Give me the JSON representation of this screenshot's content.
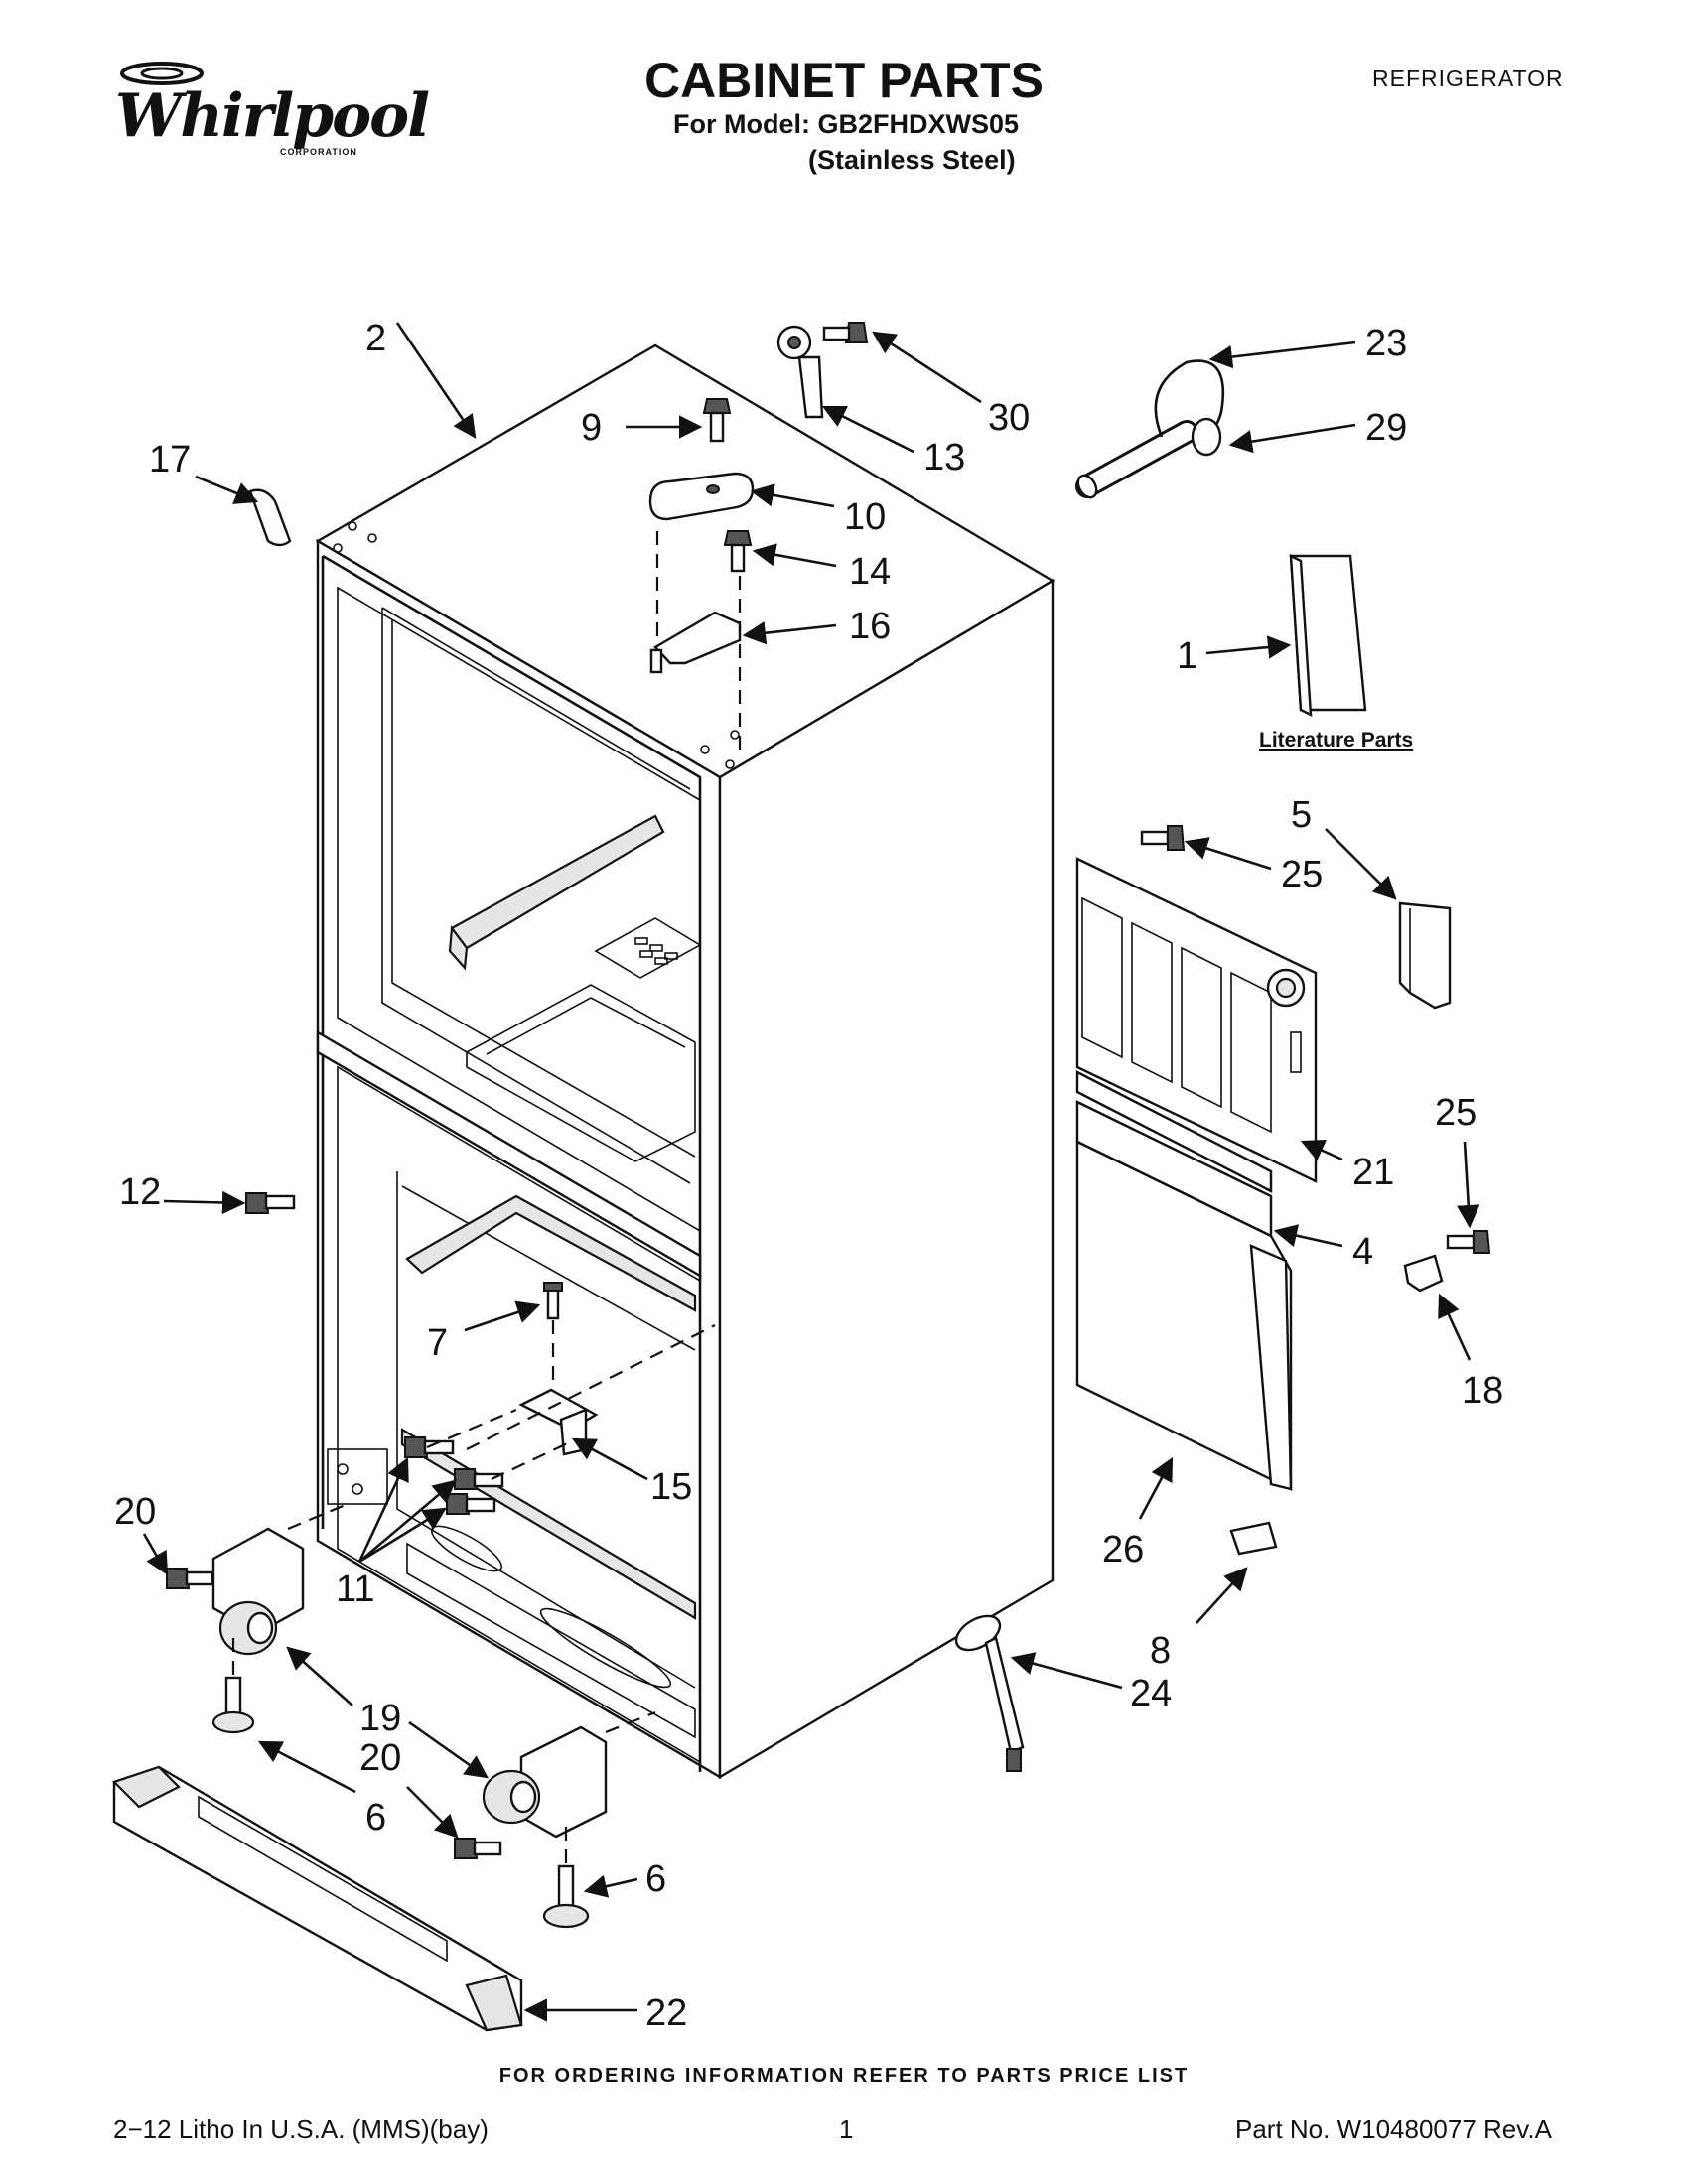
{
  "header": {
    "brand": "Whirlpool",
    "brand_sub": "CORPORATION",
    "title": "CABINET PARTS",
    "model_line": "For Model: GB2FHDXWS05",
    "finish_line": "(Stainless Steel)",
    "appliance": "REFRIGERATOR"
  },
  "diagram": {
    "literature_label": "Literature Parts",
    "callouts": {
      "c1": "1",
      "c2": "2",
      "c4": "4",
      "c5": "5",
      "c6a": "6",
      "c6b": "6",
      "c7": "7",
      "c8": "8",
      "c9": "9",
      "c10": "10",
      "c11": "11",
      "c12": "12",
      "c13": "13",
      "c14": "14",
      "c15": "15",
      "c16": "16",
      "c17": "17",
      "c18": "18",
      "c19": "19",
      "c20a": "20",
      "c20b": "20",
      "c21": "21",
      "c22": "22",
      "c23": "23",
      "c24": "24",
      "c25a": "25",
      "c25b": "25",
      "c26": "26",
      "c29": "29",
      "c30": "30"
    }
  },
  "footer": {
    "ordering_note": "FOR ORDERING INFORMATION REFER TO PARTS PRICE LIST",
    "litho": "2−12 Litho In U.S.A. (MMS)(bay)",
    "page": "1",
    "part_no": "Part No. W10480077 Rev.A"
  }
}
